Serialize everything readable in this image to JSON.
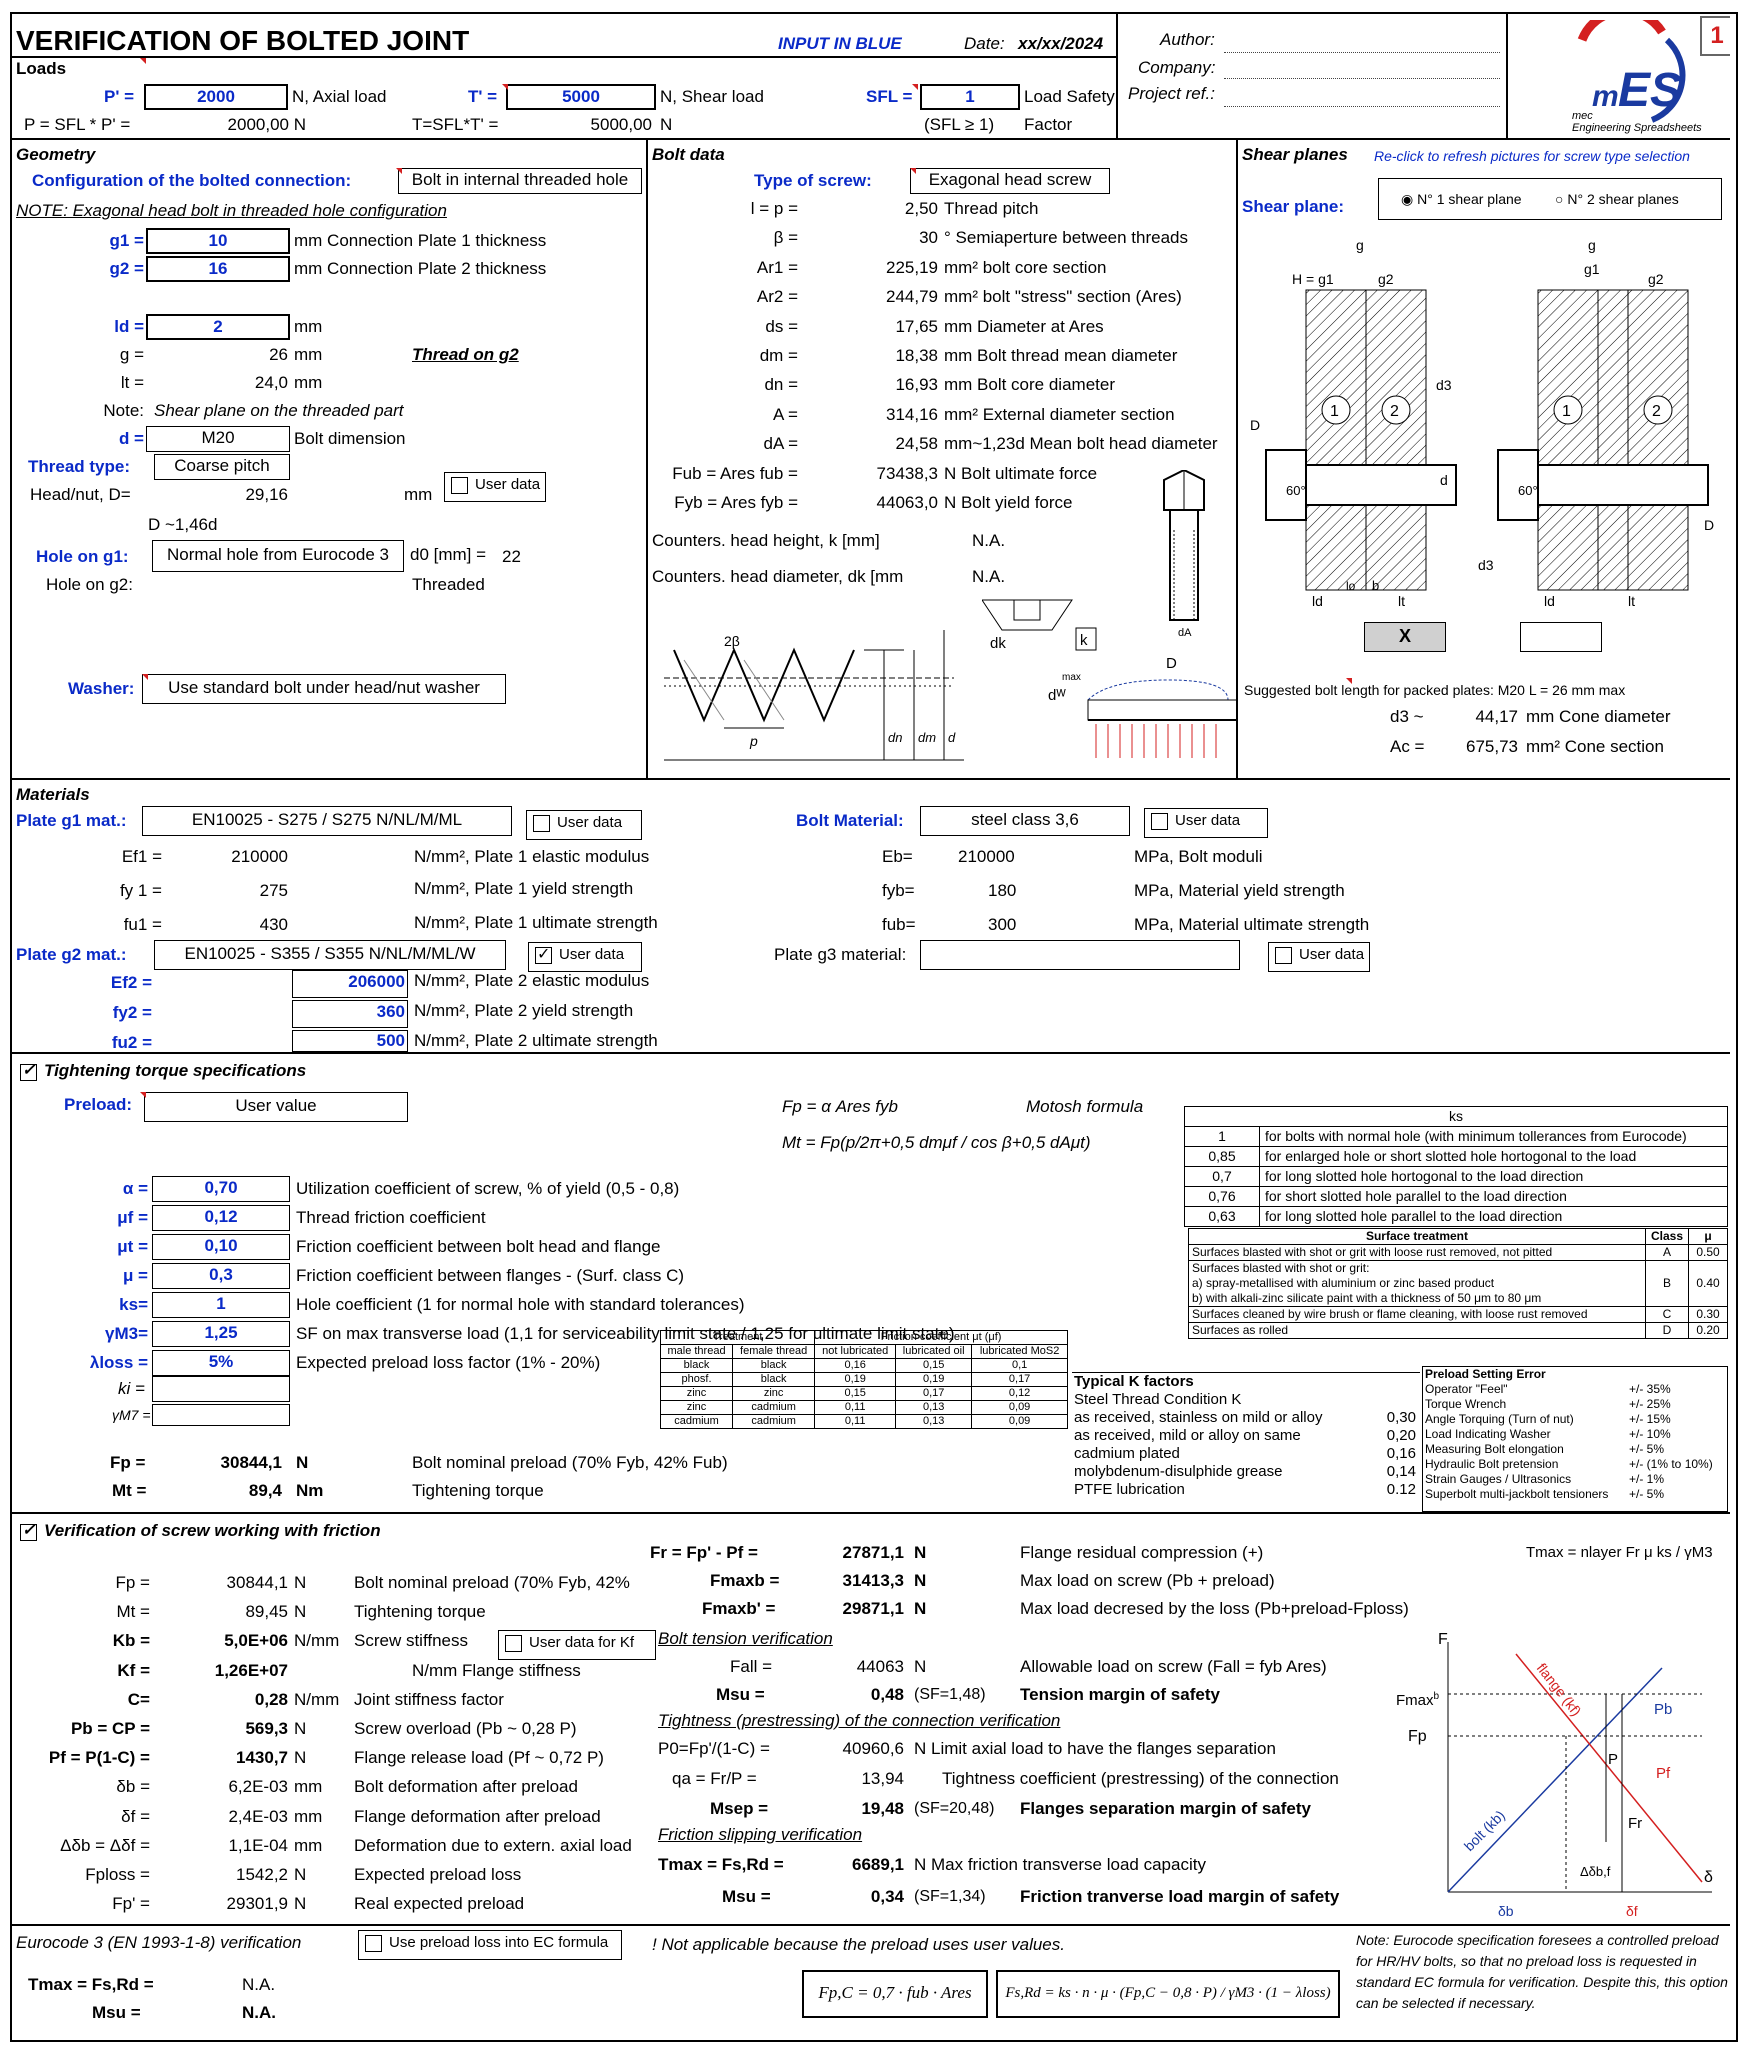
{
  "header": {
    "title": "VERIFICATION OF BOLTED JOINT",
    "input_note": "INPUT IN BLUE",
    "date_label": "Date:",
    "date_value": "xx/xx/2024",
    "author_label": "Author:",
    "company_label": "Company:",
    "project_label": "Project ref.:",
    "page_number": "1",
    "logo_text": "mES",
    "logo_sub1": "mec",
    "logo_sub2": "Engineering Spreadsheets"
  },
  "loads": {
    "title": "Loads",
    "p_label": "P' =",
    "p_value": "2000",
    "p_unit": "N, Axial load",
    "t_label": "T' =",
    "t_value": "5000",
    "t_unit": "N, Shear load",
    "sfl_label": "SFL =",
    "sfl_value": "1",
    "sfl_unit1": "Load Safety",
    "sfl_unit2": "Factor",
    "pcalc_label": "P = SFL * P' =",
    "pcalc_value": "2000,00 N",
    "tcalc_label": "T=SFL*T' =",
    "tcalc_value": "5000,00",
    "tcalc_unit": "N",
    "sfl_note": "(SFL ≥ 1)"
  },
  "geometry": {
    "title": "Geometry",
    "config_label": "Configuration of the bolted connection:",
    "config_value": "Bolt in internal threaded hole",
    "note": "NOTE: Exagonal head bolt in threaded hole configuration",
    "g1_label": "g1 =",
    "g1_value": "10",
    "g1_unit": "mm  Connection Plate 1 thickness",
    "g2_label": "g2 =",
    "g2_value": "16",
    "g2_unit": "mm  Connection Plate 2 thickness",
    "ld_label": "ld =",
    "ld_value": "2",
    "ld_unit": "mm",
    "g_label": "g =",
    "g_value": "26",
    "g_unit": "mm",
    "thread_on": "Thread on g2",
    "lt_label": "lt =",
    "lt_value": "24,0",
    "lt_unit": "mm",
    "note_label": "Note:",
    "note_text": "Shear plane on the threaded part",
    "d_label": "d =",
    "d_value": "M20",
    "d_unit": "Bolt dimension",
    "thread_type_label": "Thread type:",
    "thread_type_value": "Coarse pitch",
    "head_label": "Head/nut, D=",
    "head_value": "29,16",
    "head_unit": "mm",
    "user_data": "User data",
    "d_formula": "D ~1,46d",
    "hole1_label": "Hole on g1:",
    "hole1_value": "Normal hole from Eurocode 3",
    "d0_label": "d0 [mm] =",
    "d0_value": "22",
    "hole2_label": "Hole on g2:",
    "hole2_value": "Threaded",
    "washer_label": "Washer:",
    "washer_value": "Use standard bolt under head/nut washer"
  },
  "bolt": {
    "title": "Bolt data",
    "type_label": "Type of screw:",
    "type_value": "Exagonal head screw",
    "rows": [
      {
        "label": "l = p =",
        "value": "2,50",
        "unit": "Thread pitch"
      },
      {
        "label": "β =",
        "value": "30",
        "unit": "°  Semiaperture between threads"
      },
      {
        "label": "Ar1 =",
        "value": "225,19",
        "unit": "mm² bolt core section"
      },
      {
        "label": "Ar2 =",
        "value": "244,79",
        "unit": "mm² bolt \"stress\" section (Ares)"
      },
      {
        "label": "ds =",
        "value": "17,65",
        "unit": "mm Diameter at Ares"
      },
      {
        "label": "dm =",
        "value": "18,38",
        "unit": "mm Bolt thread mean diameter"
      },
      {
        "label": "dn =",
        "value": "16,93",
        "unit": "mm Bolt core diameter"
      },
      {
        "label": "A =",
        "value": "314,16",
        "unit": "mm² External diameter section"
      },
      {
        "label": "dA =",
        "value": "24,58",
        "unit": "mm~1,23d Mean bolt head diameter"
      },
      {
        "label": "Fub = Ares fub =",
        "value": "73438,3",
        "unit": "N Bolt ultimate force"
      },
      {
        "label": "Fyb = Ares fyb =",
        "value": "44063,0",
        "unit": "N Bolt yield force"
      }
    ],
    "counters_k": "Counters. head height, k [mm]",
    "counters_k_value": "N.A.",
    "counters_dk": "Counters. head diameter, dk [mm",
    "counters_dk_value": "N.A."
  },
  "shear": {
    "title": "Shear planes",
    "refresh": "Re-click to refresh pictures for screw type selection",
    "label": "Shear plane:",
    "opt1": "N° 1 shear plane",
    "opt2": "N° 2 shear planes",
    "sel1": "X",
    "suggest": "Suggested bolt length for packed plates: M20 L = 26 mm max",
    "d3_label": "d3 ~",
    "d3_value": "44,17",
    "d3_unit": "mm   Cone diameter",
    "ac_label": "Ac =",
    "ac_value": "675,73",
    "ac_unit": "mm²  Cone section"
  },
  "materials": {
    "title": "Materials",
    "plate1_label": "Plate g1 mat.:",
    "plate1_value": "EN10025 - S275 / S275 N/NL/M/ML",
    "user_data": "User data",
    "ef1_label": "Ef1 =",
    "ef1_value": "210000",
    "ef1_unit": "N/mm², Plate 1 elastic modulus",
    "fy1_label": "fy 1 =",
    "fy1_value": "275",
    "fy1_unit": "N/mm², Plate 1 yield strength",
    "fu1_label": "fu1 =",
    "fu1_value": "430",
    "fu1_unit": "N/mm², Plate 1 ultimate strength",
    "plate2_label": "Plate g2 mat.:",
    "plate2_value": "EN10025 - S355 / S355 N/NL/M/ML/W",
    "ef2_label": "Ef2 =",
    "ef2_value": "206000",
    "ef2_unit": "N/mm², Plate 2 elastic modulus",
    "fy2_label": "fy2 =",
    "fy2_value": "360",
    "fy2_unit": "N/mm², Plate 2 yield strength",
    "fu2_label": "fu2 =",
    "fu2_value": "500",
    "fu2_unit": "N/mm², Plate 2 ultimate strength",
    "bolt_label": "Bolt Material:",
    "bolt_value": "steel class 3,6",
    "eb_label": "Eb=",
    "eb_value": "210000",
    "eb_unit": "MPa, Bolt moduli",
    "fyb_label": "fyb=",
    "fyb_value": "180",
    "fyb_unit": "MPa, Material yield strength",
    "fub_label": "fub=",
    "fub_value": "300",
    "fub_unit": "MPa, Material ultimate strength",
    "plate3_label": "Plate g3 material:"
  },
  "torque": {
    "title": "Tightening torque specifications",
    "preload_label": "Preload:",
    "preload_value": "User value",
    "fp_formula": "Fp = α Ares fyb",
    "motosh": "Motosh formula",
    "mt_formula": "Mt = Fp(p/2π+0,5 dmμf / cos β+0,5 dAμt)",
    "rows": [
      {
        "label": "α =",
        "value": "0,70",
        "desc": "Utilization coefficient of screw, % of yield (0,5 - 0,8)"
      },
      {
        "label": "μf =",
        "value": "0,12",
        "desc": "Thread friction coefficient"
      },
      {
        "label": "μt =",
        "value": "0,10",
        "desc": "Friction coefficient between bolt head and flange"
      },
      {
        "label": "μ =",
        "value": "0,3",
        "desc": "Friction coefficient between flanges - (Surf. class C)"
      },
      {
        "label": "ks=",
        "value": "1",
        "desc": "Hole coefficient (1 for normal hole with standard tolerances)"
      },
      {
        "label": "γM3=",
        "value": "1,25",
        "desc": "SF on max transverse load (1,1 for serviceability limit state / 1,25 for ultimate limit state)"
      },
      {
        "label": "λloss =",
        "value": "5%",
        "desc": "Expected preload loss factor (1% - 20%)"
      }
    ],
    "ki_label": "ki =",
    "gm7_label": "γM7 =",
    "fp_label": "Fp =",
    "fp_value": "30844,1",
    "fp_unit": "N",
    "fp_desc": "Bolt nominal preload (70% Fyb, 42% Fub)",
    "mt_label": "Mt =",
    "mt_value": "89,4",
    "mt_unit": "Nm",
    "mt_desc": "Tightening torque",
    "ks_table": {
      "header": "ks",
      "rows": [
        [
          "1",
          "for bolts with normal hole (with minimum tollerances from Eurocode)"
        ],
        [
          "0,85",
          "for enlarged hole or short slotted hole hortogonal to the load"
        ],
        [
          "0,7",
          "for long slotted hole hortogonal to the load direction"
        ],
        [
          "0,76",
          "for short slotted hole parallel to the load direction"
        ],
        [
          "0,63",
          "for long slotted hole parallel to the load direction"
        ]
      ]
    },
    "surface_table": {
      "h1": "Surface treatment",
      "h2": "Class",
      "h3": "μ",
      "rows": [
        [
          "Surfaces blasted with shot or grit with loose rust removed, not pitted",
          "A",
          "0.50"
        ],
        [
          "Surfaces blasted with shot or grit:\na) spray-metallised with aluminium or zinc based product\nb) with alkali-zinc silicate paint with a thickness of 50 μm to 80 μm",
          "B",
          "0.40"
        ],
        [
          "Surfaces cleaned by wire brush or flame cleaning, with loose rust removed",
          "C",
          "0.30"
        ],
        [
          "Surfaces as rolled",
          "D",
          "0.20"
        ]
      ]
    },
    "friction_table": {
      "h_treatment": "Treatment",
      "h_friction": "Friction coefficient μt (μf)",
      "cols": [
        "male thread",
        "female thread",
        "not lubricated",
        "lubricated oil",
        "lubricated MoS2"
      ],
      "rows": [
        [
          "black",
          "black",
          "0,16",
          "0,15",
          "0,1"
        ],
        [
          "phosf.",
          "black",
          "0,19",
          "0,19",
          "0,17"
        ],
        [
          "zinc",
          "zinc",
          "0,15",
          "0,17",
          "0,12"
        ],
        [
          "zinc",
          "cadmium",
          "0,11",
          "0,13",
          "0,09"
        ],
        [
          "cadmium",
          "cadmium",
          "0,11",
          "0,13",
          "0,09"
        ]
      ]
    },
    "k_factors": {
      "title": "Typical K factors",
      "rows": [
        [
          "Steel Thread Condition K",
          ""
        ],
        [
          "as received, stainless on mild or alloy",
          "0,30"
        ],
        [
          "as received, mild or alloy on same",
          "0,20"
        ],
        [
          "cadmium plated",
          "0,16"
        ],
        [
          "molybdenum-disulphide grease",
          "0,14"
        ],
        [
          "PTFE lubrication",
          "0.12"
        ]
      ]
    },
    "preload_error": {
      "title": "Preload Setting Error",
      "rows": [
        [
          "Operator \"Feel\"",
          "+/- 35%"
        ],
        [
          "Torque Wrench",
          "+/- 25%"
        ],
        [
          "Angle Torquing (Turn of nut)",
          "+/- 15%"
        ],
        [
          "Load Indicating Washer",
          "+/- 10%"
        ],
        [
          "Measuring Bolt elongation",
          "+/- 5%"
        ],
        [
          "Hydraulic Bolt pretension",
          "+/- (1% to 10%)"
        ],
        [
          "Strain Gauges / Ultrasonics",
          "+/- 1%"
        ],
        [
          "Superbolt multi-jackbolt tensioners",
          "+/- 5%"
        ]
      ]
    }
  },
  "friction": {
    "title": "Verification of screw working with friction",
    "left": [
      {
        "label": "Fp =",
        "value": "30844,1",
        "unit": "N",
        "desc": "Bolt nominal preload (70% Fyb, 42%"
      },
      {
        "label": "Mt =",
        "value": "89,45",
        "unit": "N",
        "desc": "Tightening torque"
      },
      {
        "label": "Kb =",
        "value": "5,0E+06",
        "unit": "N/mm",
        "desc": "Screw stiffness"
      },
      {
        "label": "Kf =",
        "value": "1,26E+07",
        "unit": "",
        "desc": "N/mm  Flange stiffness"
      },
      {
        "label": "C=",
        "value": "0,28",
        "unit": "N/mm",
        "desc": "Joint stiffness factor"
      },
      {
        "label": "Pb = CP =",
        "value": "569,3",
        "unit": "N",
        "desc": "Screw overload (Pb ~ 0,28 P)"
      },
      {
        "label": "Pf = P(1-C) =",
        "value": "1430,7",
        "unit": "N",
        "desc": "Flange release load (Pf ~ 0,72 P)"
      },
      {
        "label": "δb =",
        "value": "6,2E-03",
        "unit": "mm",
        "desc": "Bolt deformation after preload"
      },
      {
        "label": "δf =",
        "value": "2,4E-03",
        "unit": "mm",
        "desc": "Flange deformation after preload"
      },
      {
        "label": "Δδb = Δδf =",
        "value": "1,1E-04",
        "unit": "mm",
        "desc": "Deformation due to extern. axial load"
      },
      {
        "label": "Fploss =",
        "value": "1542,2",
        "unit": "N",
        "desc": "Expected preload loss"
      },
      {
        "label": "Fp' =",
        "value": "29301,9",
        "unit": "N",
        "desc": "Real expected preload"
      }
    ],
    "user_kf": "User data for Kf",
    "fr_label": "Fr = Fp' - Pf =",
    "fr_value": "27871,1",
    "fr_unit": "N",
    "fr_desc": "Flange residual compression (+)",
    "tmax_top": "Tmax = nlayer Fr μ ks / γM3",
    "fmax_label": "Fmaxb =",
    "fmax_value": "31413,3",
    "fmax_unit": "N",
    "fmax_desc": "Max load on screw (Pb + preload)",
    "fmax2_label": "Fmaxb' =",
    "fmax2_value": "29871,1",
    "fmax2_unit": "N",
    "fmax2_desc": "Max load decresed by the loss (Pb+preload-Fploss)",
    "tension_title": "Bolt tension verification",
    "fall_label": "Fall =",
    "fall_value": "44063",
    "fall_unit": "N",
    "fall_desc": "Allowable load on screw (Fall = fyb Ares)",
    "msu_label": "Msu =",
    "msu_value": "0,48",
    "msu_sf": "(SF=1,48)",
    "msu_desc": "Tension margin of safety",
    "tight_title": "Tightness (prestressing) of the connection verification",
    "p0_label": "P0=Fp'/(1-C) =",
    "p0_value": "40960,6",
    "p0_desc": "N Limit axial load to have the flanges separation",
    "qa_label": "qa = Fr/P =",
    "qa_value": "13,94",
    "qa_desc": "Tightness coefficient (prestressing) of the connection",
    "msep_label": "Msep =",
    "msep_value": "19,48",
    "msep_sf": "(SF=20,48)",
    "msep_desc": "Flanges separation margin of safety",
    "slip_title": "Friction slipping verification",
    "tmax_label": "Tmax = Fs,Rd =",
    "tmax_value": "6689,1",
    "tmax_desc": "N Max friction transverse load capacity",
    "msu2_label": "Msu =",
    "msu2_value": "0,34",
    "msu2_sf": "(SF=1,34)",
    "msu2_desc": "Friction tranverse load margin of safety"
  },
  "eurocode": {
    "title": "Eurocode 3 (EN 1993-1-8) verification",
    "checkbox": "Use preload loss into EC formula",
    "warning": "! Not applicable because the preload uses user values.",
    "tmax_label": "Tmax = Fs,Rd =",
    "tmax_value": "N.A.",
    "msu_label": "Msu =",
    "msu_value": "N.A.",
    "note": "Note: Eurocode specification foresees a controlled preload for HR/HV bolts, so that no preload loss is requested in standard EC formula for verification. Despite this, this option can be selected if necessary.",
    "formula1": "Fp,C = 0,7 · fub · Ares",
    "formula2": "Fs,Rd = ks · n · μ · (Fp,C − 0,8 · P) / γM3 · (1 − λloss)"
  },
  "colors": {
    "input_blue": "#0a2ac8",
    "red_marker": "#d42020",
    "logo_red": "#d42020",
    "logo_blue": "#1a3aa0"
  }
}
